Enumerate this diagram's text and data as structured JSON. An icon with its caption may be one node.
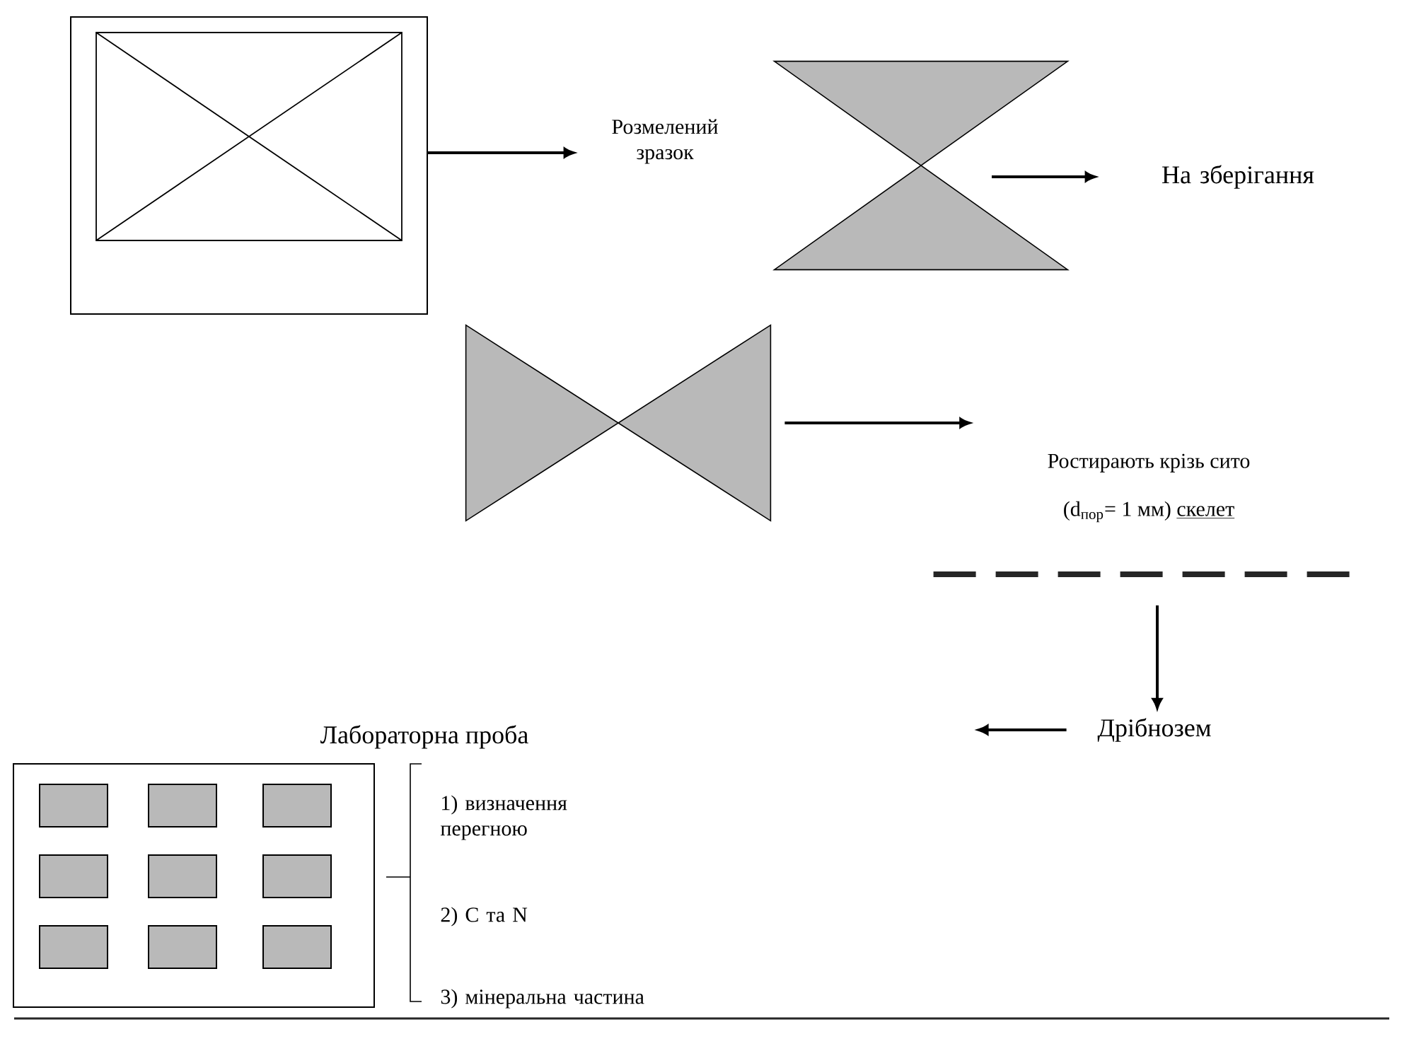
{
  "diagram": {
    "nodes": [
      {
        "text": [],
        "shape": "box"
      },
      {
        "text": [
          "Розмелений зразок"
        ]
      },
      {
        "text": [],
        "shape": "hourglass"
      },
      {
        "text": [
          "На зберігання"
        ]
      },
      {
        "text": [],
        "shape": "bowtie"
      },
      {
        "text": [
          "Ростирають крізь сито",
          "(d$_{пор}$= 1 мм)",
          "скелет"
        ]
      },
      {
        "text": [],
        "shape": "line"
      },
      {
        "text": [
          "Дрібнозем"
        ]
      },
      {
        "text": [
          "Лабораторна проба"
        ]
      },
      {
        "text": [],
        "shape": "box",
        "in": 8
      },
      {
        "text": [],
        "shape": "box",
        "in": 8
      },
      {
        "text": [],
        "shape": "box",
        "in": 8
      },
      {
        "text": [],
        "shape": "box",
        "in": 8
      },
      {
        "text": [],
        "shape": "box",
        "in": 8
      },
      {
        "text": [],
        "shape": "box",
        "in": 8
      },
      {
        "text": [],
        "shape": "box",
        "in": 8
      },
      {
        "text": [],
        "shape": "box",
        "in": 8
      },
      {
        "text": [],
        "shape": "box",
        "in": 8
      }
    ],
    "edges": [
      {
        "from": 0,
        "to": 1,
        "arrow": "to"
      },
      {
        "from": 2,
        "to": 3,
        "arrow": "to"
      },
      {
        "from": 4,
        "to": 5,
        "arrow": "to"
      },
      {
        "from": 6,
        "to": 7,
        "arrow": "to"
      },
      {
        "from": 7,
        "to": null,
        "arrow": "to"
      }
    ],
    "labels": [
      "1) визначення перегною",
      "2) С та N",
      "3) мінеральна частина"
    ]
  }
}
